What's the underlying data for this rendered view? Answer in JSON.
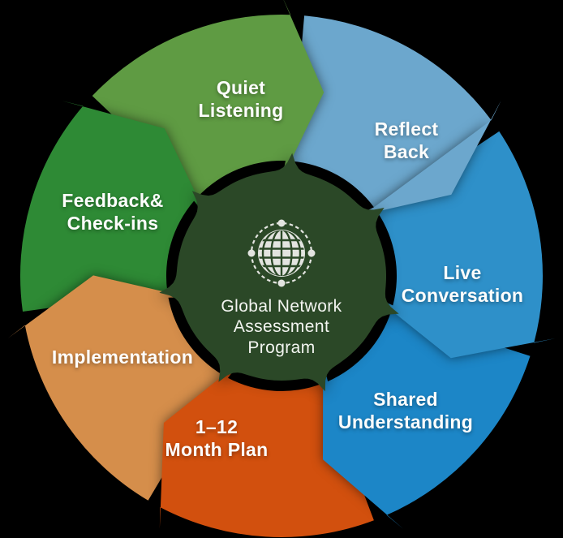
{
  "background": "#000000",
  "center": {
    "title": "Global Network\nAssessment\nProgram",
    "color": "#2b4827",
    "icon": "globe-network-icon",
    "icon_color": "#e3e4e0",
    "text_color": "#f3f5f1"
  },
  "segments": [
    {
      "name": "quiet-listening",
      "label": "Quiet\nListening",
      "color": "#5f9b43"
    },
    {
      "name": "reflect-back",
      "label": "Reflect\nBack",
      "color": "#6ca7cd"
    },
    {
      "name": "live-conversation",
      "label": "Live\nConversation",
      "color": "#2e90c9"
    },
    {
      "name": "shared-understanding",
      "label": "Shared\nUnderstanding",
      "color": "#1c86c7"
    },
    {
      "name": "month-plan",
      "label": "1–12\nMonth Plan",
      "color": "#d2500e"
    },
    {
      "name": "implementation",
      "label": "Implementation",
      "color": "#d58e4b"
    },
    {
      "name": "feedback-checkins",
      "label": "Feedback&\nCheck-ins",
      "color": "#2e8a35"
    }
  ]
}
